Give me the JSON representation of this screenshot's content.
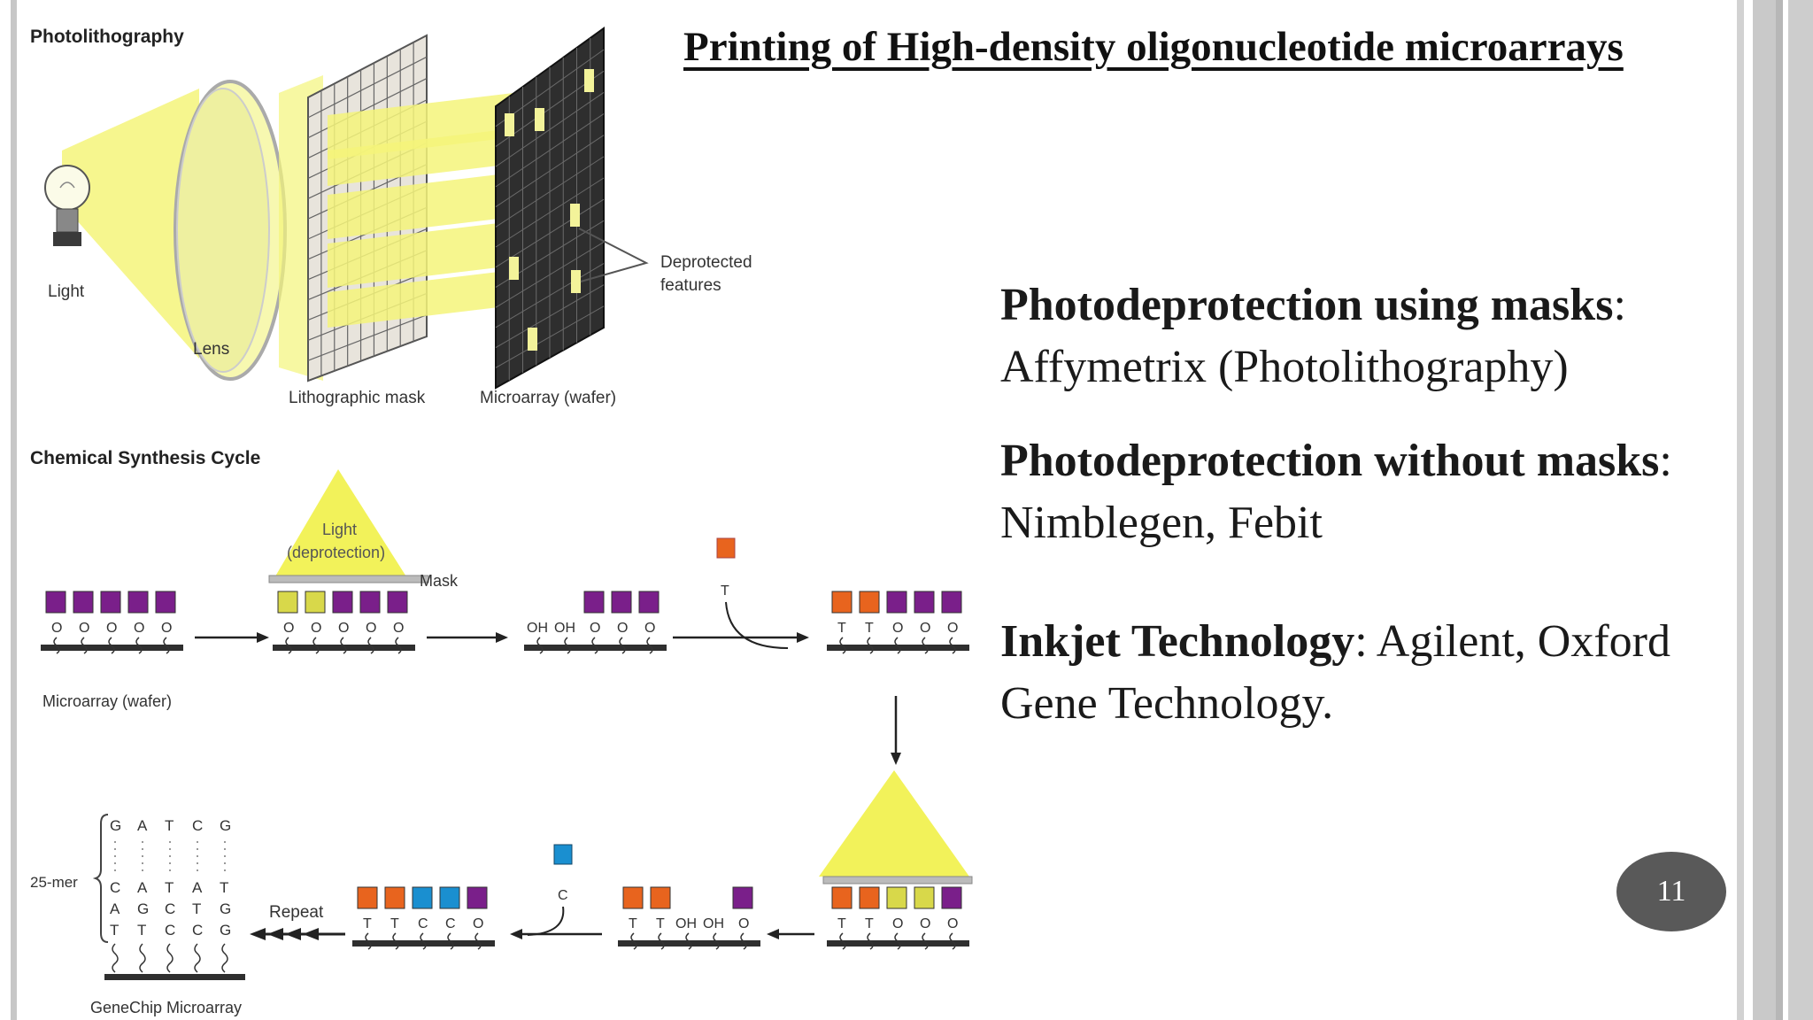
{
  "title": "Printing of  High-density oligonucleotide microarrays ",
  "points": [
    {
      "bold": "Photodeprotection using masks",
      "tail": ":",
      "line2": "Affymetrix (Photolithography)"
    },
    {
      "bold": "Photodeprotection without masks",
      "tail": ":",
      "line2": "Nimblegen, Febit"
    },
    {
      "bold": "Inkjet Technology",
      "tail": ": Agilent, Oxford",
      "line2": "Gene Technology."
    }
  ],
  "page_number": "11",
  "figure": {
    "photolithography": {
      "heading": "Photolithography",
      "light": "Light",
      "lens": "Lens",
      "mask": "Lithographic mask",
      "wafer": "Microarray (wafer)",
      "deprotected_line1": "Deprotected",
      "deprotected_line2": "features"
    },
    "cycle": {
      "heading": "Chemical Synthesis Cycle",
      "light_line1": "Light",
      "light_line2": "(deprotection)",
      "mask": "Mask",
      "wafer": "Microarray (wafer)",
      "o": "O",
      "oh": "OH",
      "t": "T",
      "c": "C",
      "repeat": "Repeat",
      "mer": "25-mer",
      "genechip": "GeneChip  Microarray",
      "seq_top": [
        "G",
        "A",
        "T",
        "C",
        "G"
      ],
      "seq_r1": [
        "C",
        "A",
        "T",
        "A",
        "T"
      ],
      "seq_r2": [
        "A",
        "G",
        "C",
        "T",
        "G"
      ],
      "seq_r3": [
        "T",
        "T",
        "C",
        "C",
        "G"
      ],
      "stage1": [
        "O",
        "O",
        "O",
        "O",
        "O"
      ],
      "stage3": [
        "OH",
        "OH",
        "O",
        "O",
        "O"
      ],
      "stage4": [
        "T",
        "T",
        "O",
        "O",
        "O"
      ],
      "stage6": [
        "T",
        "T",
        "OH",
        "OH",
        "O"
      ],
      "stage7": [
        "T",
        "T",
        "C",
        "C",
        "O"
      ]
    }
  },
  "colors": {
    "purple": "#7a1f8a",
    "orange": "#e8641e",
    "blue": "#1a8fd0",
    "yellow": "#f4f57a",
    "lightyellow": "#d8d84a",
    "dark": "#2f2f2f"
  }
}
